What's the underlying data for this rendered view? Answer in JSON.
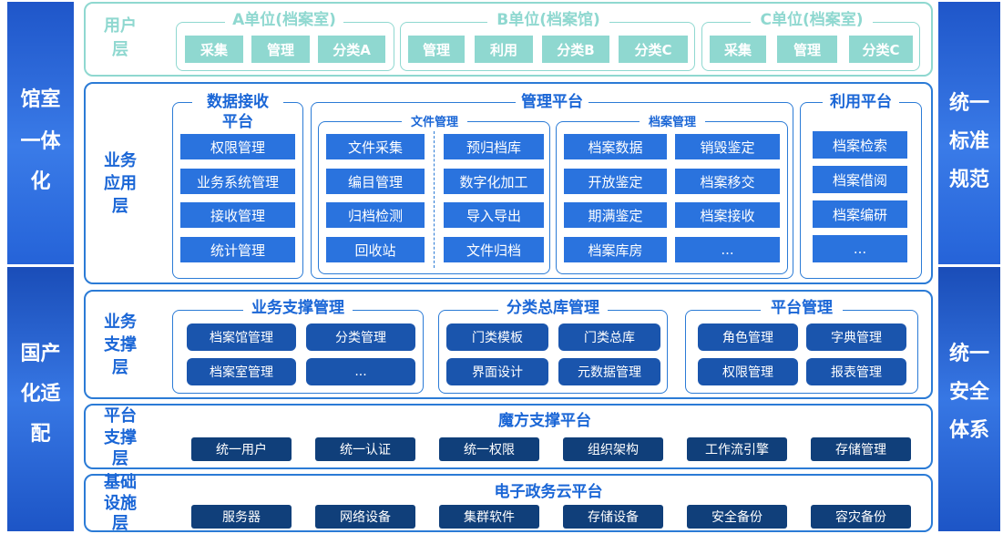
{
  "left_sidebar": {
    "top": [
      "馆室",
      "一体",
      "化"
    ],
    "bottom": [
      "国产",
      "化适",
      "配"
    ]
  },
  "right_sidebar": {
    "top": [
      "统一",
      "标准",
      "规范"
    ],
    "bottom": [
      "统一",
      "安全",
      "体系"
    ]
  },
  "user_layer": {
    "title": [
      "用户",
      "层"
    ],
    "units": [
      {
        "name": "A单位(档案室)",
        "items": [
          "采集",
          "管理",
          "分类A"
        ]
      },
      {
        "name": "B单位(档案馆)",
        "items": [
          "管理",
          "利用",
          "分类B",
          "分类C"
        ]
      },
      {
        "name": "C单位(档案室)",
        "items": [
          "采集",
          "管理",
          "分类C"
        ]
      }
    ]
  },
  "app_layer": {
    "title": [
      "业务",
      "应用",
      "层"
    ],
    "data_receive": {
      "title": [
        "数据接收",
        "平台"
      ],
      "items": [
        "权限管理",
        "业务系统管理",
        "接收管理",
        "统计管理"
      ]
    },
    "mgmt_platform": {
      "title": "管理平台",
      "file_mgmt": {
        "title": "文件管理",
        "col1": [
          "文件采集",
          "编目管理",
          "归档检测",
          "回收站"
        ],
        "col2": [
          "预归档库",
          "数字化加工",
          "导入导出",
          "文件归档"
        ]
      },
      "archive_mgmt": {
        "title": "档案管理",
        "col1": [
          "档案数据",
          "开放鉴定",
          "期满鉴定",
          "档案库房"
        ],
        "col2": [
          "销毁鉴定",
          "档案移交",
          "档案接收",
          "..."
        ]
      }
    },
    "use_platform": {
      "title": "利用平台",
      "items": [
        "档案检索",
        "档案借阅",
        "档案编研",
        "..."
      ]
    }
  },
  "support_layer": {
    "title": [
      "业务",
      "支撑",
      "层"
    ],
    "groups": [
      {
        "title": "业务支撑管理",
        "items": [
          "档案馆管理",
          "分类管理",
          "档案室管理",
          "..."
        ]
      },
      {
        "title": "分类总库管理",
        "items": [
          "门类模板",
          "门类总库",
          "界面设计",
          "元数据管理"
        ]
      },
      {
        "title": "平台管理",
        "items": [
          "角色管理",
          "字典管理",
          "权限管理",
          "报表管理"
        ]
      }
    ]
  },
  "platform_layer": {
    "title": [
      "平台",
      "支撑",
      "层"
    ],
    "name": "魔方支撑平台",
    "items": [
      "统一用户",
      "统一认证",
      "统一权限",
      "组织架构",
      "工作流引擎",
      "存储管理"
    ]
  },
  "infra_layer": {
    "title": [
      "基础",
      "设施",
      "层"
    ],
    "name": "电子政务云平台",
    "items": [
      "服务器",
      "网络设备",
      "集群软件",
      "存储设备",
      "安全备份",
      "容灾备份"
    ]
  }
}
